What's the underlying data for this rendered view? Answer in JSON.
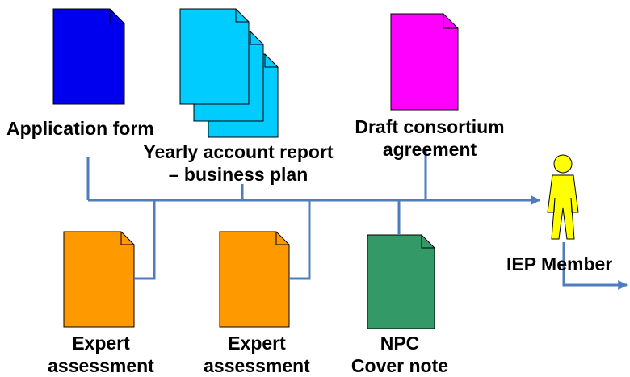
{
  "documents": {
    "application_form": {
      "label": "Application form",
      "color": "#0000ee"
    },
    "yearly_report": {
      "label_line1": "Yearly account report",
      "label_line2": "– business plan",
      "color": "#00ccff"
    },
    "consortium": {
      "label_line1": "Draft consortium",
      "label_line2": "agreement",
      "color": "#ff00ff"
    },
    "expert_1": {
      "label_line1": "Expert",
      "label_line2": "assessment",
      "color": "#ff9900"
    },
    "expert_2": {
      "label_line1": "Expert",
      "label_line2": "assessment",
      "color": "#ff9900"
    },
    "npc_note": {
      "label_line1": "NPC",
      "label_line2": "Cover note",
      "color": "#339966"
    }
  },
  "actor": {
    "label": "IEP Member",
    "color": "#ffff00"
  },
  "connector_color": "#4f7bbf"
}
